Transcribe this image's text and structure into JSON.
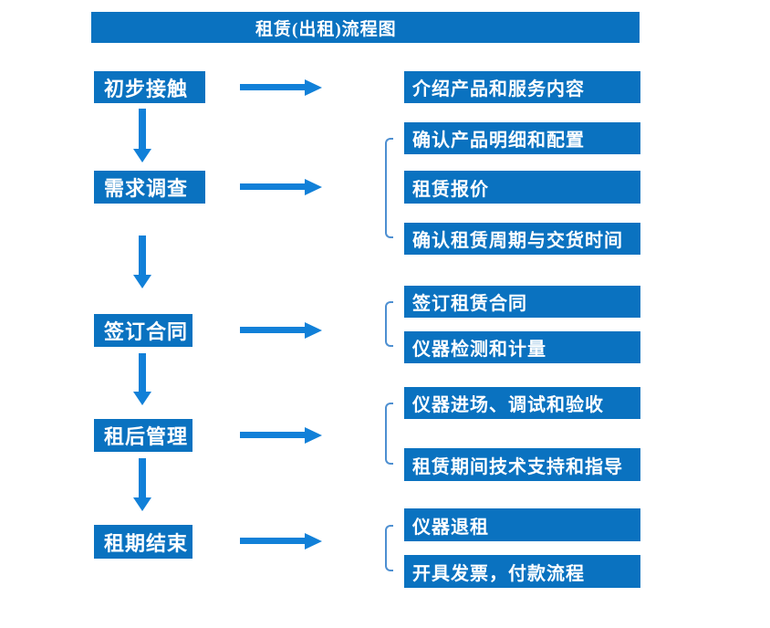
{
  "title": "租赁(出租)流程图",
  "colors": {
    "box_blue": "#0a72c0",
    "arrow_blue": "#1180d8",
    "bracket_blue": "#4d8fd1",
    "text_white": "#ffffff",
    "background": "#ffffff"
  },
  "icons": {
    "right_arrow_icon": "css-triangle-right",
    "down_arrow_icon": "css-triangle-down",
    "group_bracket_icon": "css-left-square-bracket"
  },
  "steps": [
    {
      "label": "初步接触",
      "details": [
        "介绍产品和服务内容"
      ]
    },
    {
      "label": "需求调查",
      "details": [
        "确认产品明细和配置",
        "租赁报价",
        "确认租赁周期与交货时间"
      ]
    },
    {
      "label": "签订合同",
      "details": [
        "签订租赁合同",
        "仪器检测和计量"
      ]
    },
    {
      "label": "租后管理",
      "details": [
        "仪器进场、调试和验收",
        "租赁期间技术支持和指导"
      ]
    },
    {
      "label": "租期结束",
      "details": [
        "仪器退租",
        "开具发票，付款流程"
      ]
    }
  ]
}
